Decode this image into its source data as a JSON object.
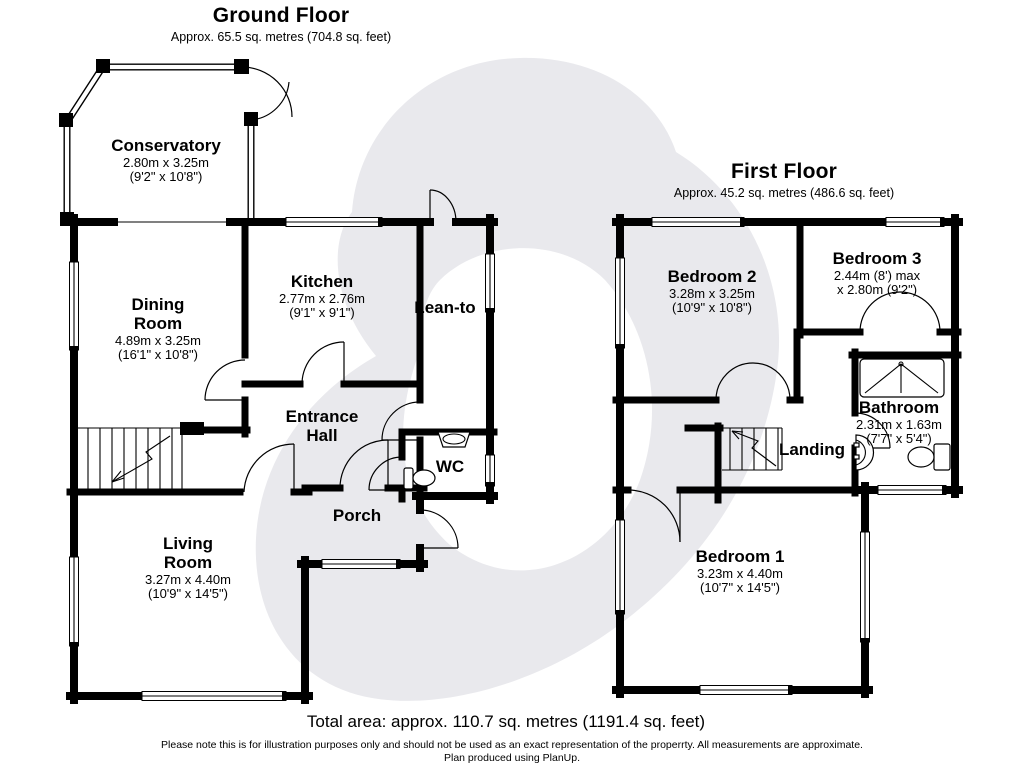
{
  "ground_floor": {
    "title": "Ground Floor",
    "subtitle": "Approx. 65.5 sq. metres (704.8 sq. feet)"
  },
  "first_floor": {
    "title": "First Floor",
    "subtitle": "Approx. 45.2 sq. metres (486.6 sq. feet)"
  },
  "rooms": {
    "ground": [
      {
        "name": "Conservatory",
        "dim_m": "2.80m x 3.25m",
        "dim_ft": "(9'2\" x 10'8\")"
      },
      {
        "name": "Dining Room",
        "dim_m": "4.89m x 3.25m",
        "dim_ft": "(16'1\" x 10'8\")"
      },
      {
        "name": "Kitchen",
        "dim_m": "2.77m x 2.76m",
        "dim_ft": "(9'1\" x 9'1\")"
      },
      {
        "name": "Lean-to"
      },
      {
        "name": "Entrance Hall"
      },
      {
        "name": "WC"
      },
      {
        "name": "Porch"
      },
      {
        "name": "Living Room",
        "dim_m": "3.27m x 4.40m",
        "dim_ft": "(10'9\" x 14'5\")"
      }
    ],
    "first": [
      {
        "name": "Bedroom 2",
        "dim_m": "3.28m x 3.25m",
        "dim_ft": "(10'9\" x 10'8\")"
      },
      {
        "name": "Bedroom 3",
        "dim_m": "2.44m (8') max",
        "dim_ft": "x 2.80m (9'2\")"
      },
      {
        "name": "Bathroom",
        "dim_m": "2.31m x 1.63m",
        "dim_ft": "(7'7\" x 5'4\")"
      },
      {
        "name": "Landing"
      },
      {
        "name": "Bedroom 1",
        "dim_m": "3.23m x 4.40m",
        "dim_ft": "(10'7\" x 14'5\")"
      }
    ]
  },
  "footer": {
    "total_area": "Total area: approx. 110.7 sq. metres (1191.4 sq. feet)",
    "disclaimer": "Please note this is for illustration purposes only and should not be used as an exact representation of the properrty. All measurements are approximate.",
    "credit": "Plan produced using PlanUp."
  },
  "colors": {
    "wall": "#000000",
    "watermark": "#e9e9ed"
  }
}
